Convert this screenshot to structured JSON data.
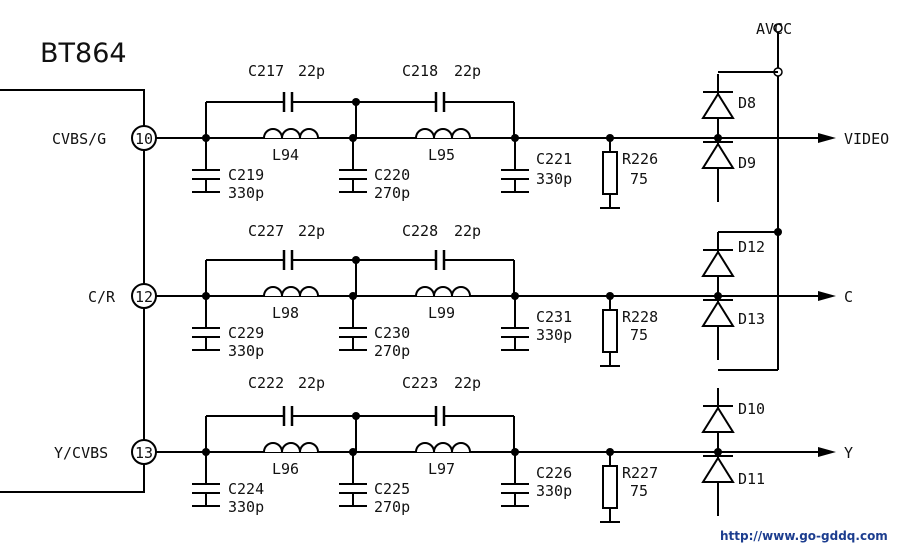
{
  "chip": {
    "name": "BT864"
  },
  "supply": {
    "label": "AVCC"
  },
  "rows": [
    {
      "pin_label": "CVBS/G",
      "pin_number": "10",
      "cap_top_1": "C217",
      "cap_top_1_value": "22p",
      "cap_top_2": "C218",
      "cap_top_2_value": "22p",
      "inductor_1": "L94",
      "inductor_2": "L95",
      "cap_a": "C219",
      "cap_a_value": "330p",
      "cap_b": "C220",
      "cap_b_value": "270p",
      "cap_c": "C221",
      "cap_c_value": "330p",
      "resistor": "R226",
      "resistor_value": "75",
      "diode_top": "D8",
      "diode_bottom": "D9",
      "output": "VIDEO"
    },
    {
      "pin_label": "C/R",
      "pin_number": "12",
      "cap_top_1": "C227",
      "cap_top_1_value": "22p",
      "cap_top_2": "C228",
      "cap_top_2_value": "22p",
      "inductor_1": "L98",
      "inductor_2": "L99",
      "cap_a": "C229",
      "cap_a_value": "330p",
      "cap_b": "C230",
      "cap_b_value": "270p",
      "cap_c": "C231",
      "cap_c_value": "330p",
      "resistor": "R228",
      "resistor_value": "75",
      "diode_top": "D12",
      "diode_bottom": "D13",
      "output": "C"
    },
    {
      "pin_label": "Y/CVBS",
      "pin_number": "13",
      "cap_top_1": "C222",
      "cap_top_1_value": "22p",
      "cap_top_2": "C223",
      "cap_top_2_value": "22p",
      "inductor_1": "L96",
      "inductor_2": "L97",
      "cap_a": "C224",
      "cap_a_value": "330p",
      "cap_b": "C225",
      "cap_b_value": "270p",
      "cap_c": "C226",
      "cap_c_value": "330p",
      "resistor": "R227",
      "resistor_value": "75",
      "diode_top": "D10",
      "diode_bottom": "D11",
      "output": "Y"
    }
  ],
  "watermark": "http://www.go-gddq.com"
}
